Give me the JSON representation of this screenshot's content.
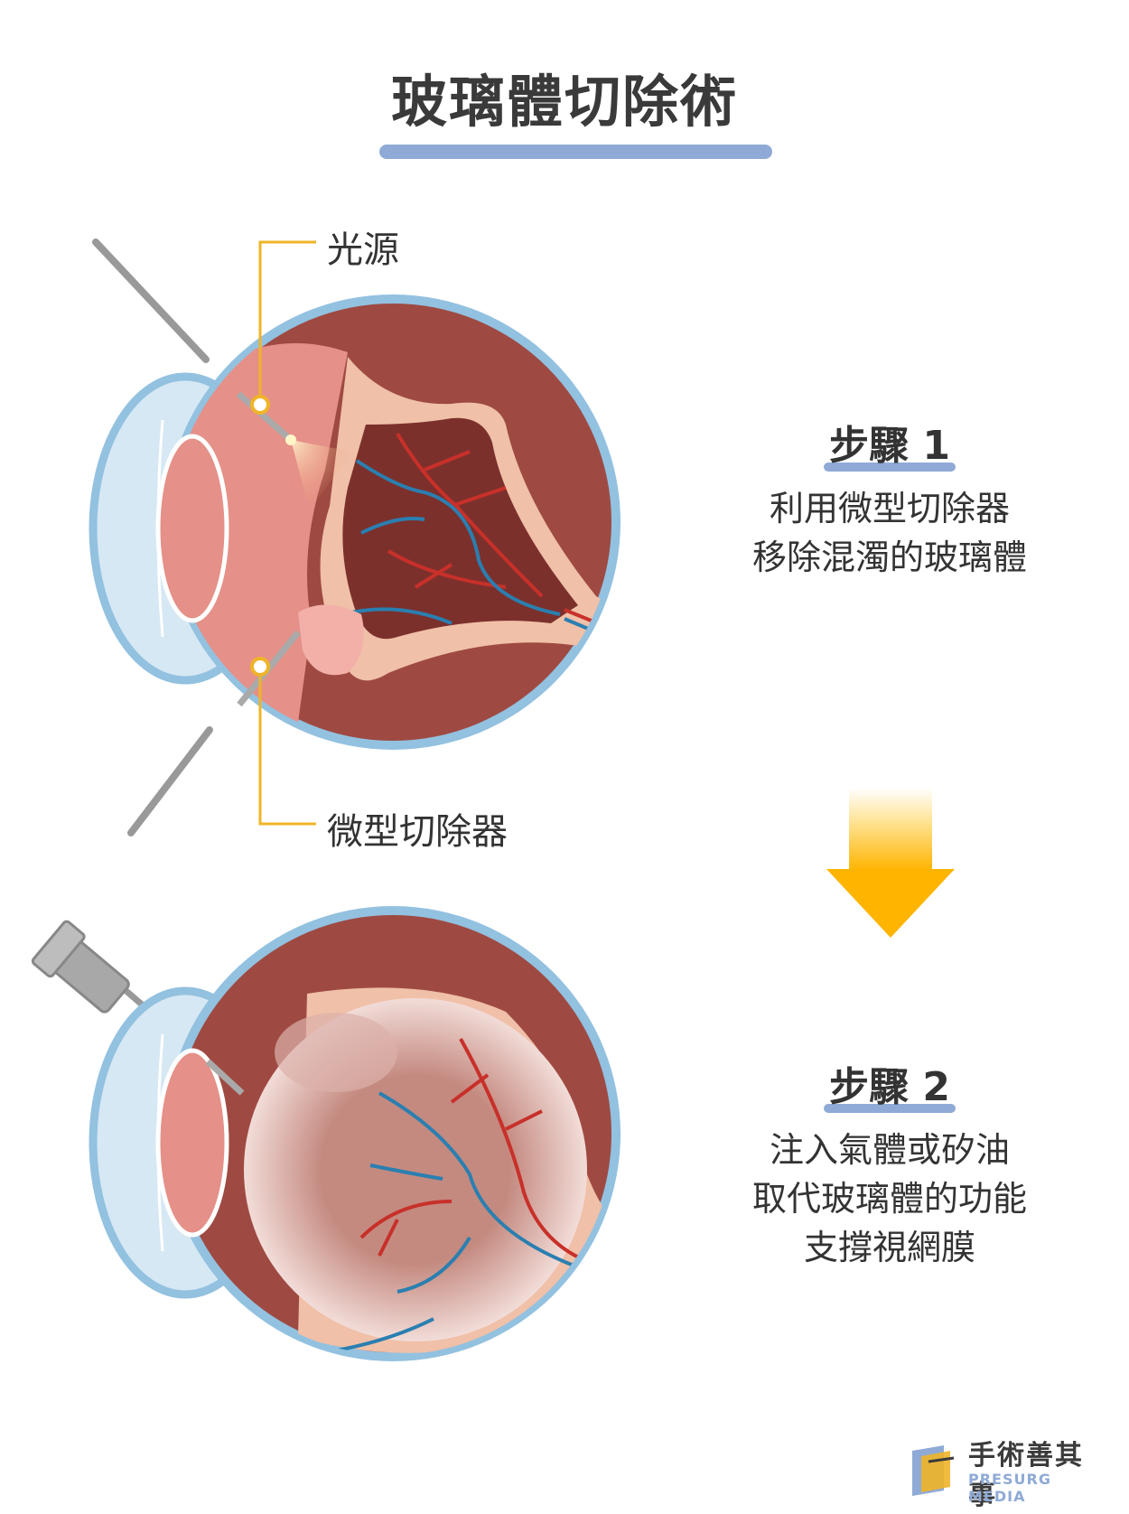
{
  "title": "玻璃體切除術",
  "labels": {
    "light_source": "光源",
    "micro_cutter": "微型切除器"
  },
  "steps": [
    {
      "heading": "步驟 1",
      "lines": [
        "利用微型切除器",
        "移除混濁的玻璃體"
      ]
    },
    {
      "heading": "步驟 2",
      "lines": [
        "注入氣體或矽油",
        "取代玻璃體的功能",
        "支撐視網膜"
      ]
    }
  ],
  "brand": {
    "name": "手術善其事",
    "subtitle": "PRESURG MEDIA"
  },
  "colors": {
    "title_underline": "#8faad6",
    "callout_line": "#f0b428",
    "arrow": "#ffb400",
    "eye_wall": "#9e4a42",
    "sclera_outline": "#93c1e0",
    "retina": "#f0c0a8",
    "artery": "#c8302a",
    "vein": "#2a7fb0"
  }
}
